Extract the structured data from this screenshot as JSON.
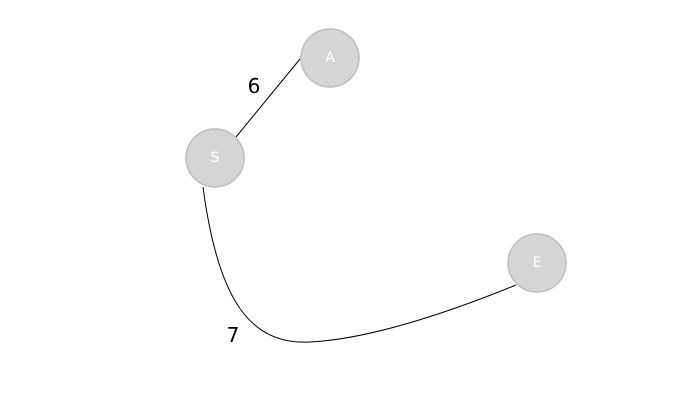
{
  "colors": {
    "node_fill": "#d6d6d6",
    "node_stroke": "#bdbdbd",
    "node_text": "#ffffff",
    "edge": "#000000"
  },
  "nodes": [
    {
      "id": "A",
      "label": "A"
    },
    {
      "id": "S",
      "label": "S"
    },
    {
      "id": "E",
      "label": "E"
    }
  ],
  "edges": [
    {
      "from": "S",
      "to": "A",
      "label": "6"
    },
    {
      "from": "S",
      "to": "E",
      "label": "7"
    }
  ]
}
